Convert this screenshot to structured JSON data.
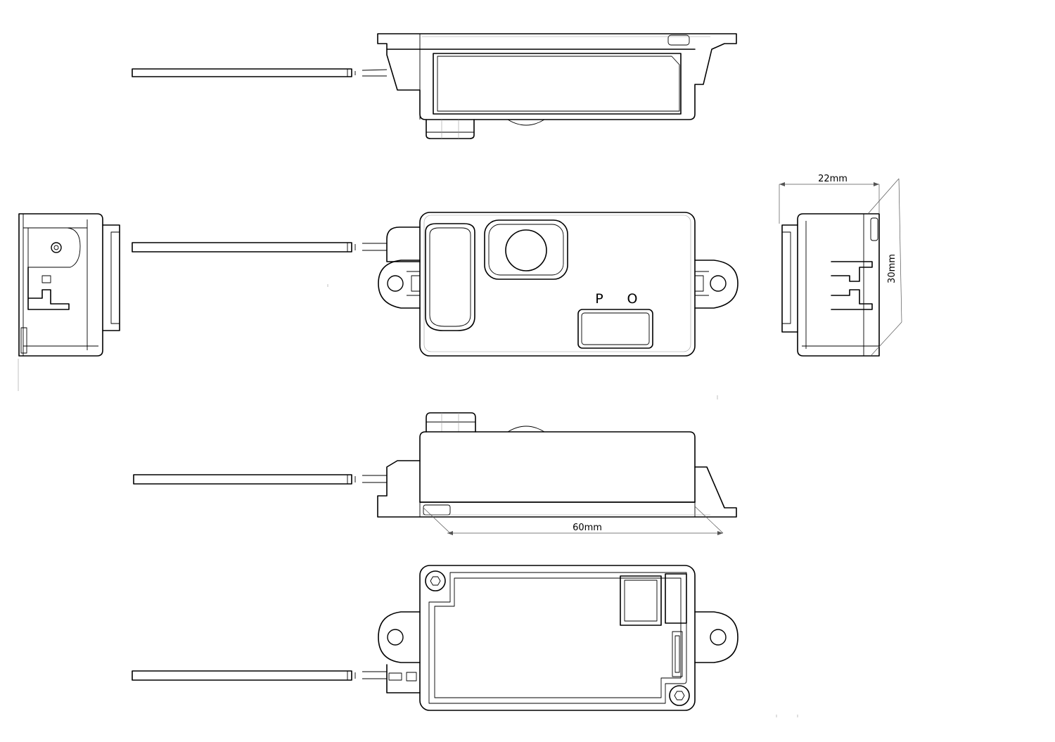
{
  "labels": {
    "button_p": "P",
    "button_o": "O"
  },
  "dimensions": {
    "width": "22mm",
    "height": "30mm",
    "length": "60mm"
  }
}
